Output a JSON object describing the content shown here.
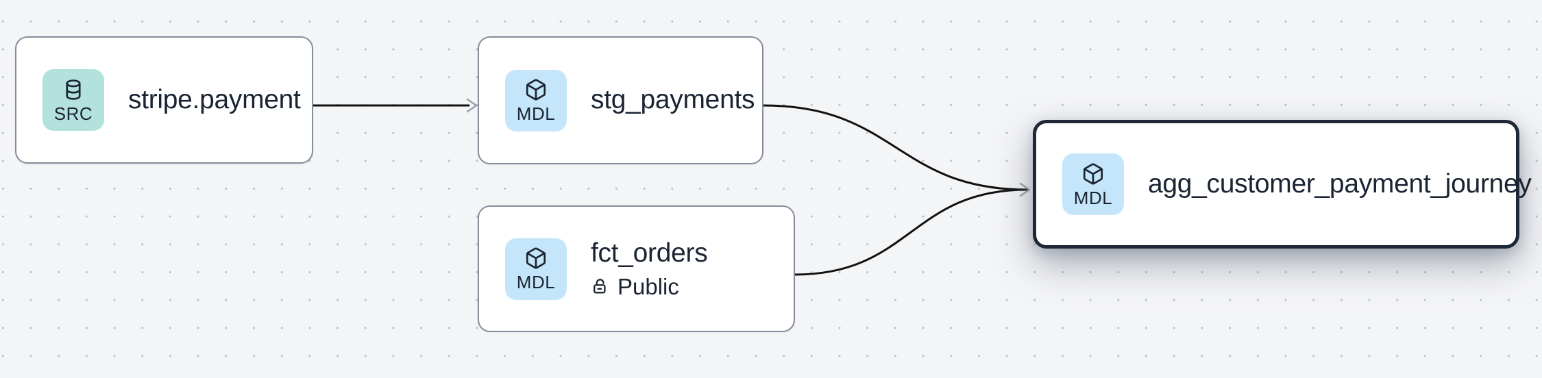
{
  "app": {
    "view": "data-lineage-graph"
  },
  "nodes": [
    {
      "id": "stripe.payment",
      "label": "stripe.payment",
      "badge": "SRC",
      "icon": "database-icon",
      "selected": false
    },
    {
      "id": "stg_payments",
      "label": "stg_payments",
      "badge": "MDL",
      "icon": "cube-icon",
      "selected": false
    },
    {
      "id": "fct_orders",
      "label": "fct_orders",
      "badge": "MDL",
      "icon": "cube-icon",
      "access": "Public",
      "selected": false
    },
    {
      "id": "agg_customer_payment_journey",
      "label": "agg_customer_payment_journey",
      "badge": "MDL",
      "icon": "cube-icon",
      "selected": true
    }
  ],
  "edges": [
    {
      "from": "stripe.payment",
      "to": "stg_payments"
    },
    {
      "from": "stg_payments",
      "to": "agg_customer_payment_journey"
    },
    {
      "from": "fct_orders",
      "to": "agg_customer_payment_journey"
    }
  ],
  "colors": {
    "background": "#f4f5f7",
    "grid_dot": "#bcc2c9",
    "node_fill": "#ffffff",
    "node_border": "#858d9b",
    "selected_border": "#1e2838",
    "badge_src": "#b3e2de",
    "badge_mdl": "#c5e6fa",
    "text": "#1a2433",
    "edge_line": "#111111",
    "arrowhead": "#98a0ab"
  }
}
